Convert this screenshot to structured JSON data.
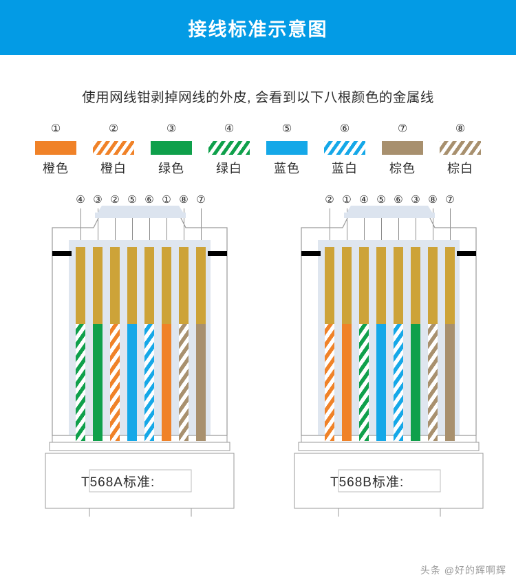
{
  "header": {
    "title": "接线标准示意图",
    "bg": "#039be5"
  },
  "subtitle": "使用网线钳剥掉网线的外皮, 会看到以下八根颜色的金属线",
  "legend": {
    "items": [
      {
        "num": "①",
        "label": "橙色",
        "color": "#f08228",
        "striped": false
      },
      {
        "num": "②",
        "label": "橙白",
        "color": "#f08228",
        "striped": true
      },
      {
        "num": "③",
        "label": "绿色",
        "color": "#0fa04b",
        "striped": false
      },
      {
        "num": "④",
        "label": "绿白",
        "color": "#0fa04b",
        "striped": true
      },
      {
        "num": "⑤",
        "label": "蓝色",
        "color": "#15a8e8",
        "striped": false
      },
      {
        "num": "⑥",
        "label": "蓝白",
        "color": "#15a8e8",
        "striped": true
      },
      {
        "num": "⑦",
        "label": "棕色",
        "color": "#a8906e",
        "striped": false
      },
      {
        "num": "⑧",
        "label": "棕白",
        "color": "#a8906e",
        "striped": true
      }
    ]
  },
  "colors": {
    "orange": "#f08228",
    "green": "#0fa04b",
    "blue": "#15a8e8",
    "brown": "#a8906e",
    "gold_pin": "#cda338",
    "housing": "#dfe6ef",
    "outline": "#9a9a9a",
    "black_bar": "#000000"
  },
  "diagrams": [
    {
      "id": "t568a",
      "caption": "T568A标准:",
      "pin_order": [
        "④",
        "③",
        "②",
        "⑤",
        "⑥",
        "①",
        "⑧",
        "⑦"
      ],
      "wires": [
        {
          "pin": "④",
          "label": "绿白",
          "color": "#0fa04b",
          "striped": true
        },
        {
          "pin": "③",
          "label": "绿色",
          "color": "#0fa04b",
          "striped": false
        },
        {
          "pin": "②",
          "label": "橙白",
          "color": "#f08228",
          "striped": true
        },
        {
          "pin": "⑤",
          "label": "蓝色",
          "color": "#15a8e8",
          "striped": false
        },
        {
          "pin": "⑥",
          "label": "蓝白",
          "color": "#15a8e8",
          "striped": true
        },
        {
          "pin": "①",
          "label": "橙色",
          "color": "#f08228",
          "striped": false
        },
        {
          "pin": "⑧",
          "label": "棕白",
          "color": "#a8906e",
          "striped": true
        },
        {
          "pin": "⑦",
          "label": "棕色",
          "color": "#a8906e",
          "striped": false
        }
      ]
    },
    {
      "id": "t568b",
      "caption": "T568B标准:",
      "pin_order": [
        "②",
        "①",
        "④",
        "⑤",
        "⑥",
        "③",
        "⑧",
        "⑦"
      ],
      "wires": [
        {
          "pin": "②",
          "label": "橙白",
          "color": "#f08228",
          "striped": true
        },
        {
          "pin": "①",
          "label": "橙色",
          "color": "#f08228",
          "striped": false
        },
        {
          "pin": "④",
          "label": "绿白",
          "color": "#0fa04b",
          "striped": true
        },
        {
          "pin": "⑤",
          "label": "蓝色",
          "color": "#15a8e8",
          "striped": false
        },
        {
          "pin": "⑥",
          "label": "蓝白",
          "color": "#15a8e8",
          "striped": true
        },
        {
          "pin": "③",
          "label": "绿色",
          "color": "#0fa04b",
          "striped": false
        },
        {
          "pin": "⑧",
          "label": "棕白",
          "color": "#a8906e",
          "striped": true
        },
        {
          "pin": "⑦",
          "label": "棕色",
          "color": "#a8906e",
          "striped": false
        }
      ]
    }
  ],
  "watermark": "头条 @好的辉啊辉"
}
